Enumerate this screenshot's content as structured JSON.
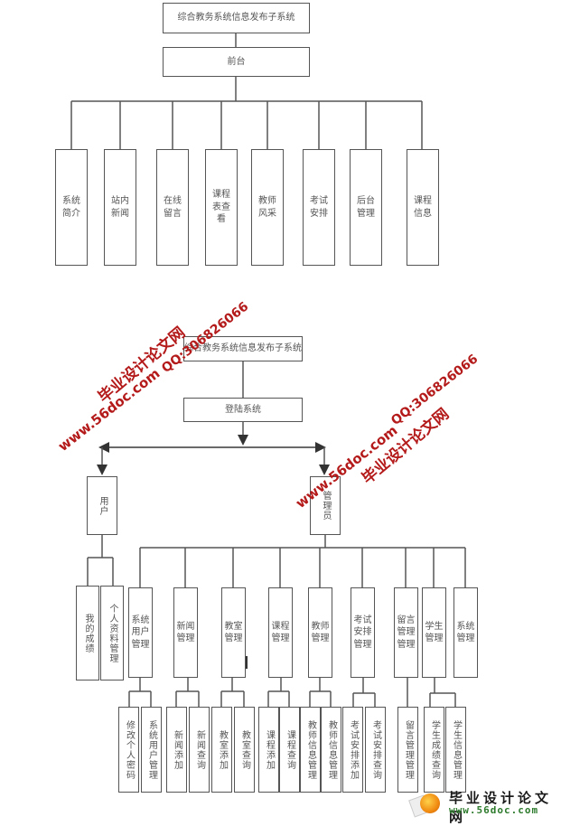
{
  "frontend_diagram": {
    "root": "综合教务系统信息发布子系统",
    "level1": "前台",
    "modules": [
      "系统简介",
      "站内新闻",
      "在线留言",
      "课程表查看",
      "教师风采",
      "考试安排",
      "后台管理",
      "课程信息"
    ]
  },
  "backend_diagram": {
    "root": "综合教务系统信息发布子系统",
    "login": "登陆系统",
    "user": {
      "label": "用户",
      "modules": [
        "我的成绩",
        "个人资料管理"
      ]
    },
    "admin": {
      "label": "管理员",
      "modules": [
        {
          "label": "系统用户管理",
          "children": [
            "修改个人密码",
            "系统用户管理"
          ]
        },
        {
          "label": "新闻管理",
          "children": [
            "新闻添加",
            "新闻查询"
          ]
        },
        {
          "label": "教室管理",
          "children": [
            "教室添加",
            "教室查询"
          ]
        },
        {
          "label": "课程管理",
          "children": [
            "课程添加",
            "课程查询"
          ]
        },
        {
          "label": "教师管理",
          "children": [
            "教师信息管理",
            "教师信息管理"
          ]
        },
        {
          "label": "考试安排管理",
          "children": [
            "考试安排添加",
            "考试安排查询"
          ]
        },
        {
          "label": "留言管理管理",
          "children": [
            "留言管理管理"
          ]
        },
        {
          "label": "学生管理",
          "children": [
            "学生成绩查询",
            "学生信息管理"
          ]
        },
        {
          "label": "系统管理",
          "children": []
        }
      ]
    }
  },
  "watermarks": {
    "site_name": "毕业设计论文网",
    "url": "www.56doc.com",
    "qq": "QQ:306826066"
  },
  "logo": {
    "title": "毕业设计论文网",
    "url": "www.56doc.com"
  },
  "colors": {
    "line": "#555555",
    "watermark": "#b41a1a",
    "logo_url": "#2c7a2c"
  }
}
